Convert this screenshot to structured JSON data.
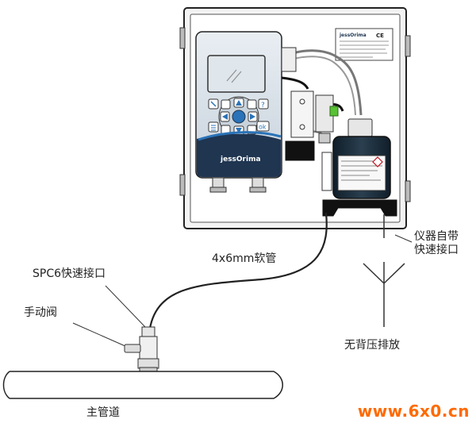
{
  "labels": {
    "connector": "SPC6快速接口",
    "valve": "手动阀",
    "tube": "4x6mm软管",
    "instrument_connector": "仪器自带\n快速接口",
    "drain": "无背压排放",
    "pipe": "主管道"
  },
  "device": {
    "brand": "jessOrima",
    "nameplate_brand": "jessOrima",
    "nameplate_mark": "CE"
  },
  "watermark": "www.6x0.cn",
  "colors": {
    "outline": "#222222",
    "panel": "#ffffff",
    "controller_dark": "#1f3550",
    "accent_blue": "#2a73b8",
    "bottle": "#1a2c3a",
    "green": "#58c234",
    "watermark": "#ff6a00"
  }
}
